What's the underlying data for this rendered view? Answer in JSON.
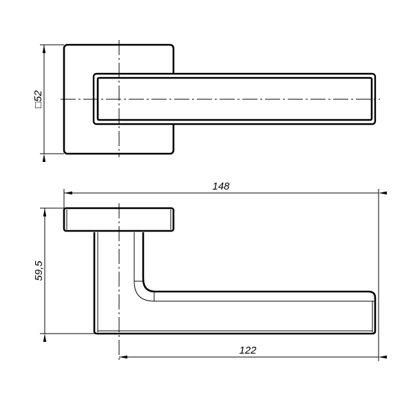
{
  "drawing": {
    "top_view": {
      "dimension_label": "□52"
    },
    "side_view": {
      "overall_length_label": "148",
      "height_label": "59,5",
      "lever_length_label": "122"
    }
  }
}
